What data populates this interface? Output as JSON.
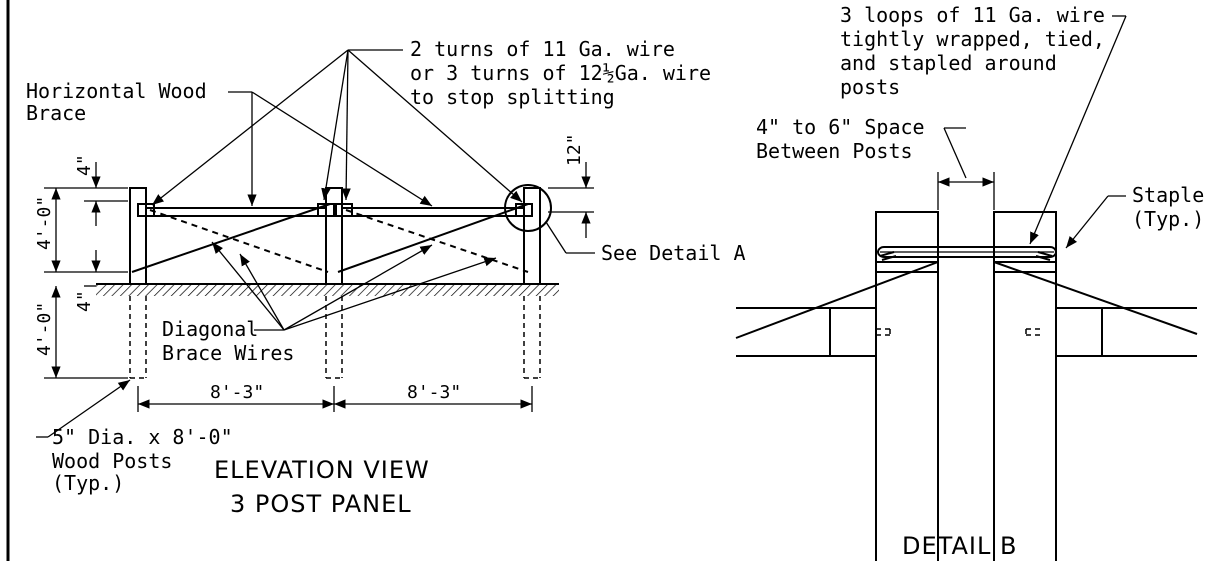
{
  "elevation": {
    "title_line1": "ELEVATION VIEW",
    "title_line2": "3 POST PANEL",
    "note_wire_line1": "2 turns of 11 Ga. wire",
    "note_wire_line2": "or 3 turns of 12½Ga. wire",
    "note_wire_line3": "to stop splitting",
    "label_brace_line1": "Horizontal Wood",
    "label_brace_line2": "Brace",
    "label_diag_line1": "Diagonal",
    "label_diag_line2": "Brace Wires",
    "label_posts_line1": "5\" Dia. x 8'-0\"",
    "label_posts_line2": "Wood Posts",
    "label_posts_line3": "(Typ.)",
    "see_detail": "See Detail A",
    "dim_4in_top": "4\"",
    "dim_4ft_above": "4'-0\"",
    "dim_4in_ground": "4\"",
    "dim_4ft_below": "4'-0\"",
    "dim_12in": "12\"",
    "dim_span_1": "8'-3\"",
    "dim_span_2": "8'-3\""
  },
  "detail_b": {
    "title": "DETAIL B",
    "note_loops_line1": "3 loops of 11 Ga. wire",
    "note_loops_line2": "tightly wrapped, tied,",
    "note_loops_line3": "and stapled around",
    "note_loops_line4": "posts",
    "note_space_line1": "4\" to 6\" Space",
    "note_space_line2": "Between Posts",
    "note_staple_line1": "Staple",
    "note_staple_line2": "(Typ.)"
  }
}
